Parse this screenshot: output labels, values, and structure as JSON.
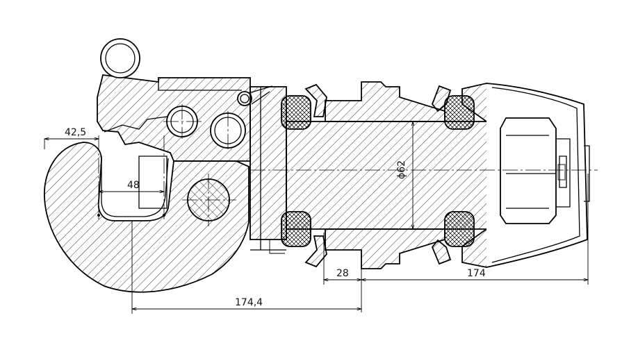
{
  "dimensions": {
    "d1": "42,5",
    "d2": "48",
    "d3": "ϕ62",
    "d4": "28",
    "d5": "174",
    "d6": "174,4"
  }
}
